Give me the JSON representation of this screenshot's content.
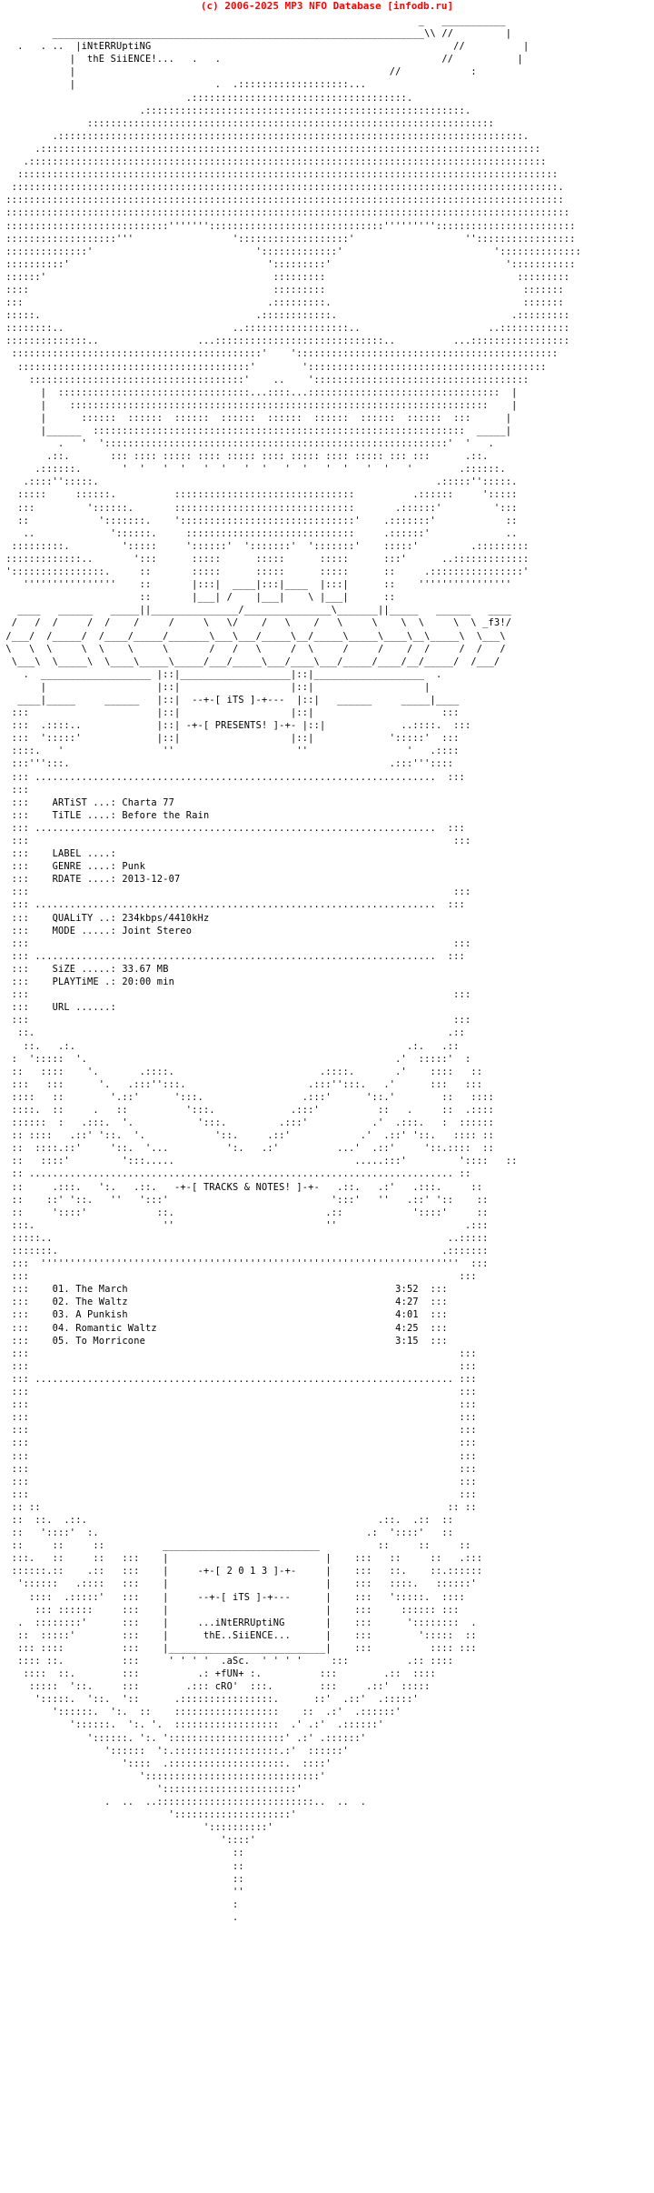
{
  "header": {
    "copyright": "(c) 2006-2025 MP3 NFO Database [infodb.ru]",
    "color": "#ff0000"
  },
  "nfo": {
    "group_name": "iNtERRUptiNG",
    "group_tagline": "thE SiiENCE!...",
    "group_tag_1": "_f3!/",
    "presents_top": "--+-[ iTS ]-+---",
    "presents_bottom": "-+-[ PRESENTS! ]-+-",
    "release": {
      "artist_label": "ARTiST ...:",
      "artist": "Charta 77",
      "title_label": "TiTLE ....:",
      "title": "Before the Rain",
      "label_label": "LABEL ....:",
      "label": "",
      "genre_label": "GENRE ....:",
      "genre": "Punk",
      "rdate_label": "RDATE ....:",
      "rdate": "2013-12-07",
      "quality_label": "QUALiTY ..:",
      "quality": "234kbps/4410kHz",
      "mode_label": "MODE .....:",
      "mode": "Joint Stereo",
      "size_label": "SiZE .....:",
      "size": "33.67 MB",
      "playtime_label": "PLAYTiME .:",
      "playtime": "20:00 min",
      "url_label": "URL ......:",
      "url": ""
    },
    "tracks_header": "-+-[ TRACKS & NOTES! ]-+-",
    "tracks": [
      {
        "num": "01.",
        "title": "The March",
        "time": "3:52"
      },
      {
        "num": "02.",
        "title": "The Waltz",
        "time": "4:27"
      },
      {
        "num": "03.",
        "title": "A Punkish",
        "time": "4:01"
      },
      {
        "num": "04.",
        "title": "Romantic Waltz",
        "time": "4:25"
      },
      {
        "num": "05.",
        "title": "To Morricone",
        "time": "3:15"
      }
    ],
    "footer": {
      "year": "-+-[ 2 0 1 3 ]-+-",
      "its": "--+-[ iTS ]-+---",
      "group_name": "...iNtERRUptiNG",
      "group_tagline": "thE..SiiENCE...",
      "credits_1": ".aSc.",
      "credits_2": "+fUN+",
      "credits_3": "cRO'"
    }
  }
}
